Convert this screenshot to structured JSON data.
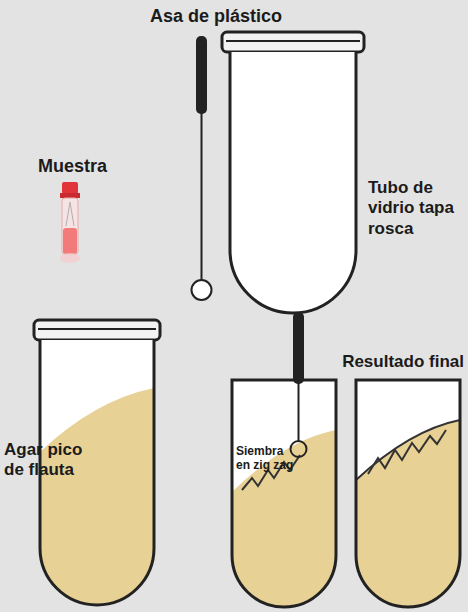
{
  "diagram": {
    "labels": [
      "Asa de plástico",
      "Muestra",
      "Tubo de vidrio tapa rosca",
      "Agar pico de flauta",
      "Siembra en zig zag",
      "Resultado final"
    ]
  }
}
